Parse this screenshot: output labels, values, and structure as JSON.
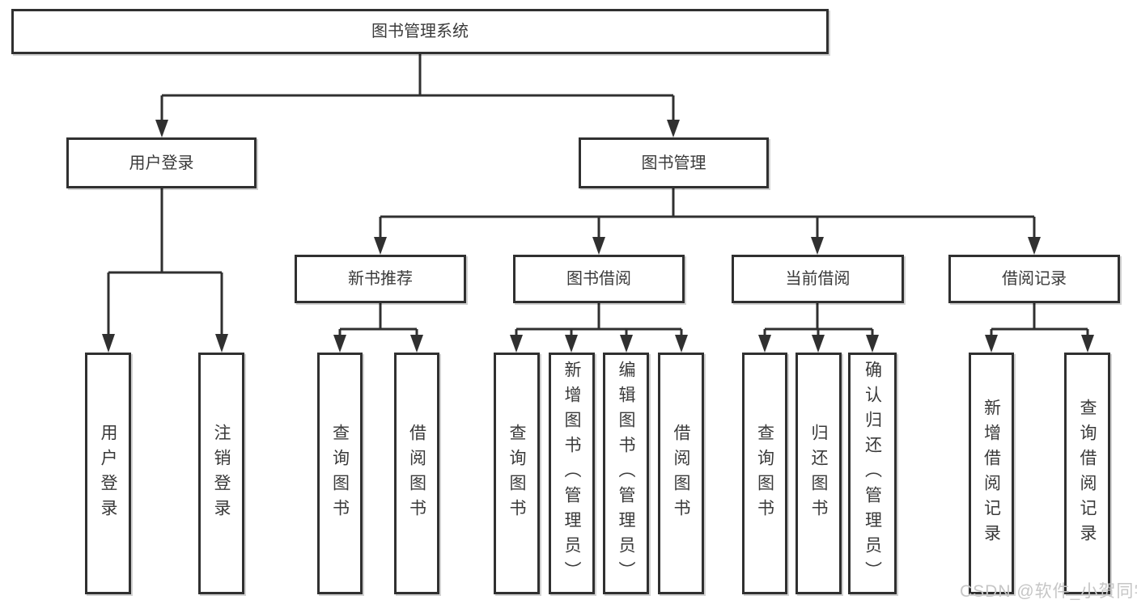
{
  "diagram": {
    "root": {
      "label": "图书管理系统"
    },
    "watermark": "CSDN @软件_小贺同学",
    "branches": [
      {
        "label": "用户登录",
        "children": [
          {
            "label": "用户登录"
          },
          {
            "label": "注销登录"
          }
        ]
      },
      {
        "label": "图书管理",
        "children": [
          {
            "label": "新书推荐",
            "children": [
              {
                "label": "查询图书"
              },
              {
                "label": "借阅图书"
              }
            ]
          },
          {
            "label": "图书借阅",
            "children": [
              {
                "label": "查询图书"
              },
              {
                "label": "新增图书（管理员）"
              },
              {
                "label": "编辑图书（管理员）"
              },
              {
                "label": "借阅图书"
              }
            ]
          },
          {
            "label": "当前借阅",
            "children": [
              {
                "label": "查询图书"
              },
              {
                "label": "归还图书"
              },
              {
                "label": "确认归还（管理员）"
              }
            ]
          },
          {
            "label": "借阅记录",
            "children": [
              {
                "label": "新增借阅记录"
              },
              {
                "label": "查询借阅记录"
              }
            ]
          }
        ]
      }
    ],
    "colors": {
      "line": "#303030",
      "text": "#3a3a3a",
      "watermark": "#c6c6c6",
      "background": "#ffffff"
    }
  }
}
